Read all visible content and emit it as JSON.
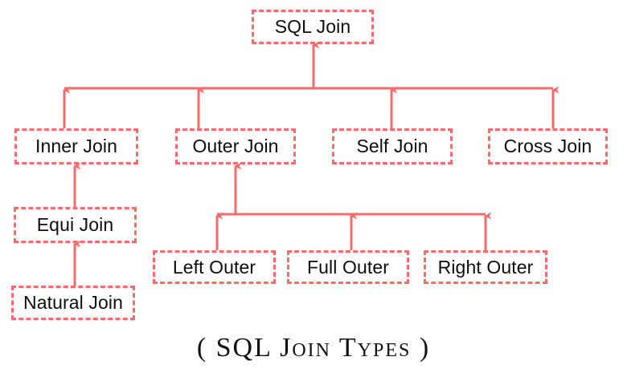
{
  "diagram": {
    "title": "SQL Join",
    "caption": "( SQL Join Types )",
    "accent_color": "#f96a6a",
    "text_color": "#0d0d0d",
    "background_color": "#ffffff",
    "nodes": {
      "root": {
        "label": "SQL Join"
      },
      "level2": [
        {
          "label": "Inner Join"
        },
        {
          "label": "Outer Join"
        },
        {
          "label": "Self Join"
        },
        {
          "label": "Cross Join"
        }
      ],
      "inner_children": [
        {
          "label": "Equi Join"
        },
        {
          "label": "Natural Join"
        }
      ],
      "outer_children": [
        {
          "label": "Left Outer"
        },
        {
          "label": "Full Outer"
        },
        {
          "label": "Right Outer"
        }
      ]
    }
  }
}
